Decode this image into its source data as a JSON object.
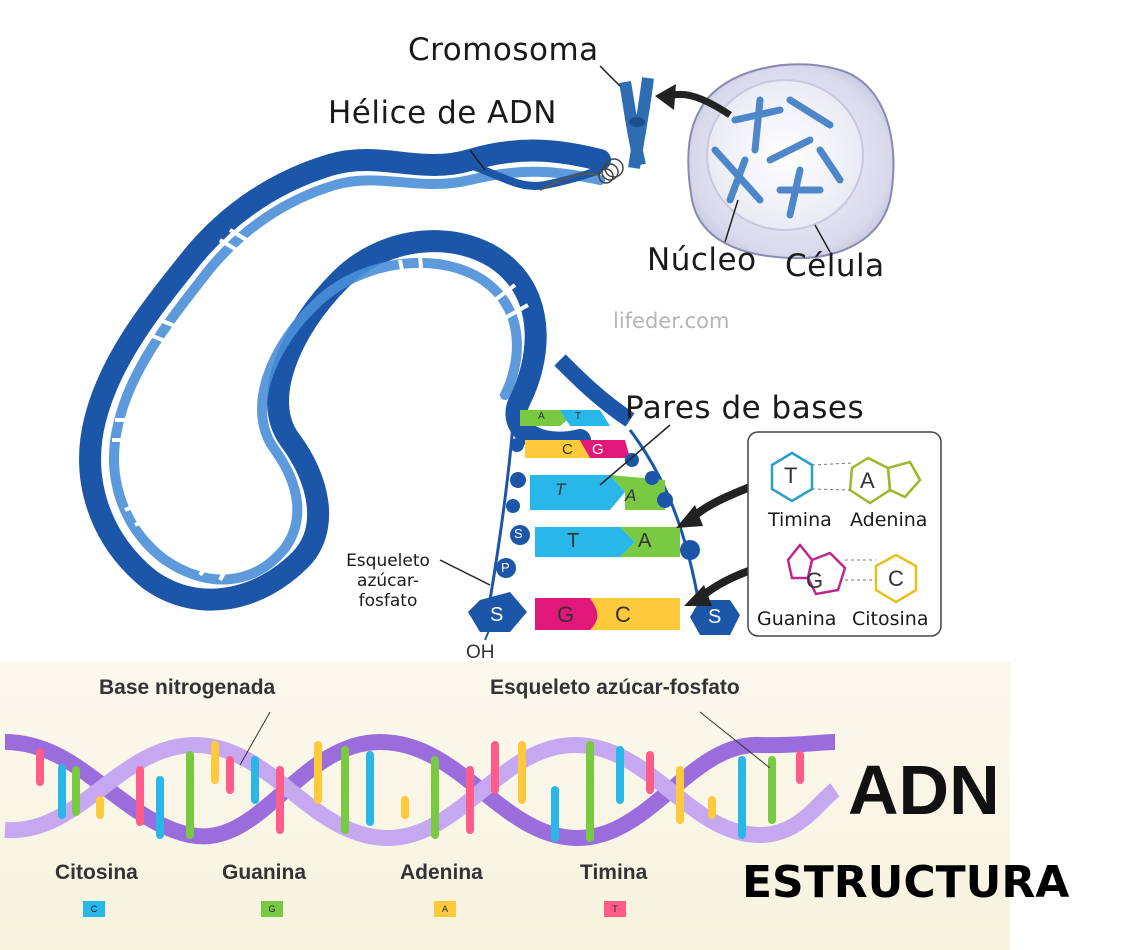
{
  "labels": {
    "cromosoma": "Cromosoma",
    "helice": "Hélice de ADN",
    "nucleo": "Núcleo",
    "celula": "Célula",
    "watermark": "lifeder.com",
    "pares": "Pares de bases",
    "esqueleto_1": "Esqueleto",
    "esqueleto_2": "azúcar-",
    "esqueleto_3": "fosfato",
    "oh": "OH"
  },
  "base_pairs_panel": {
    "timina": "Timina",
    "adenina": "Adenina",
    "guanina": "Guanina",
    "citosina": "Citosina",
    "t": "T",
    "a": "A",
    "g": "G",
    "c": "C"
  },
  "ladder": {
    "rungs": [
      {
        "left": "A",
        "right": "T"
      },
      {
        "left": "C",
        "right": "G"
      },
      {
        "left": "T",
        "right": "A"
      },
      {
        "left": "T",
        "right": "A"
      },
      {
        "left": "G",
        "right": "C"
      }
    ],
    "sugar": "S",
    "phosphate": "P"
  },
  "bottom": {
    "base_nitrogenada": "Base nitrogenada",
    "esqueleto": "Esqueleto azúcar-fosfato",
    "legend": [
      {
        "name": "Citosina",
        "letter": "C",
        "color": "#29b6e8"
      },
      {
        "name": "Guanina",
        "letter": "G",
        "color": "#7ac943"
      },
      {
        "name": "Adenina",
        "letter": "A",
        "color": "#ffc93c"
      },
      {
        "name": "Timina",
        "letter": "T",
        "color": "#ff5c8a"
      }
    ],
    "title_adn": "ADN",
    "title_estructura": "ESTRUCTURA"
  },
  "colors": {
    "helix_blue": "#1c56a8",
    "helix_light": "#4a8fd8",
    "backbone_purple": "#9b6ddc",
    "cytosine": "#29b6e8",
    "guanine": "#7ac943",
    "adenine": "#ffc93c",
    "thymine": "#ff5c8a",
    "t_panel": "#2aa0c9",
    "a_panel": "#9ab82a",
    "g_panel": "#c0278c",
    "c_panel": "#e8c020"
  }
}
